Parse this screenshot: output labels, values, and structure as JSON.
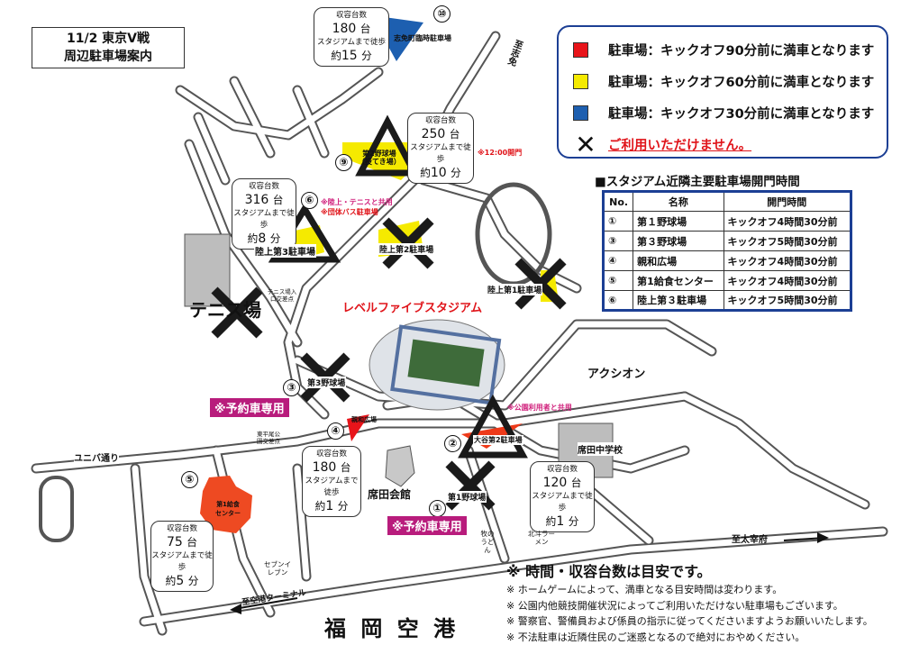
{
  "title": {
    "line1": "11/2 東京V戦",
    "line2": "周辺駐車場案内"
  },
  "legend": {
    "items": [
      {
        "color": "#e8141a",
        "label": "駐車場：キックオフ90分前に満車となります"
      },
      {
        "color": "#f5ea00",
        "label": "駐車場：キックオフ60分前に満車となります"
      },
      {
        "color": "#1d5fb0",
        "label": "駐車場：キックオフ30分前に満車となります"
      }
    ],
    "unavailable_icon": "x-mark-icon",
    "unavailable_label": "ご利用いただけません。"
  },
  "opening_table": {
    "title": "■スタジアム近隣主要駐車場開門時間",
    "headers": [
      "No.",
      "名称",
      "開門時間"
    ],
    "rows": [
      [
        "①",
        "第１野球場",
        "キックオフ4時間30分前"
      ],
      [
        "③",
        "第３野球場",
        "キックオフ5時間30分前"
      ],
      [
        "④",
        "親和広場",
        "キックオフ4時間30分前"
      ],
      [
        "⑤",
        "第1給食センター",
        "キックオフ4時間30分前"
      ],
      [
        "⑥",
        "陸上第３駐車場",
        "キックオフ5時間30分前"
      ]
    ]
  },
  "info_common": {
    "capacity_label": "収容台数",
    "unit": "台",
    "walk_label": "スタジアムまで徒歩",
    "about": "約",
    "minutes": "分"
  },
  "lots": {
    "p10": {
      "num": "⑩",
      "name": "志免町臨時駐車場",
      "capacity": "180",
      "walk": "15"
    },
    "p9": {
      "num": "⑨",
      "name": "第2野球場",
      "name2": "（投てき場）",
      "capacity": "250",
      "walk": "10",
      "note": "※12:00開門"
    },
    "p6": {
      "num": "⑥",
      "name": "陸上第3駐車場",
      "capacity": "316",
      "walk": "8",
      "note1": "※陸上・テニスと共用",
      "note2": "※団体バス駐車場"
    },
    "rk2": {
      "name": "陸上第2駐車場"
    },
    "rk1": {
      "name": "陸上第1駐車場"
    },
    "p3": {
      "num": "③",
      "name": "第3野球場"
    },
    "p4": {
      "num": "④",
      "name": "親和広場",
      "capacity": "180",
      "walk": "1"
    },
    "p2": {
      "num": "②",
      "name": "大谷第2駐車場",
      "capacity": "120",
      "walk": "1",
      "note": "※公園利用者と共用"
    },
    "p1": {
      "num": "①",
      "name": "第1野球場"
    },
    "p5": {
      "num": "⑤",
      "name": "第1給食センター",
      "capacity": "75",
      "walk": "5"
    }
  },
  "reserved_label": "※予約車専用",
  "places": {
    "stadium": "レベルファイブスタジアム",
    "tennis": "テニス場",
    "tennis_entrance": "テニス場入口交差点",
    "higashi_hirao": "東平尾公園交差点",
    "axion": "アクシオン",
    "school": "席田中学校",
    "hall": "席田会館",
    "udon": "牧のうどん",
    "ramen": "北斗ラーメン",
    "seven": "セブンイレブン",
    "airport": "福 岡 空 港",
    "univ": "ユニバ通り",
    "to_airport": "至空港ターミナル",
    "to_dazaifu": "至太宰府",
    "to_shime": "至志免"
  },
  "notes": {
    "head": "※ 時間・収容台数は目安です。",
    "lines": [
      "※ ホームゲームによって、満車となる目安時間は変わります。",
      "※ 公園内他競技開催状況によってご利用いただけない駐車場もございます。",
      "※ 警察官、警備員および係員の指示に従ってくださいますようお願いいたします。",
      "※ 不法駐車は近隣住民のご迷惑となるので絶対におやめください。"
    ]
  }
}
